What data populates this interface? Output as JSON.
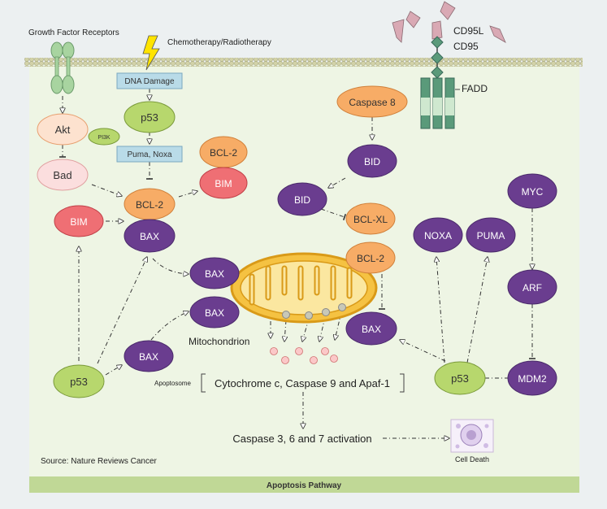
{
  "labels": {
    "growth_factor_receptors": "Growth Factor Receptors",
    "chemo": "Chemotherapy/Radiotherapy",
    "cd95l": "CD95L",
    "cd95": "CD95",
    "fadd": "FADD",
    "mitochondrion": "Mitochondrion",
    "apoptosome": "Apoptosome",
    "cyto": "Cytochrome c, Caspase 9 and Apaf-1",
    "caspase_activation": "Caspase 3, 6 and 7 activation",
    "cell_death": "Cell Death",
    "source": "Source: Nature Reviews Cancer",
    "footer": "Apoptosis Pathway"
  },
  "nodes": {
    "akt": "Akt",
    "pi3k": "PI3K",
    "bad": "Bad",
    "dna_damage": "DNA Damage",
    "p53_top": "p53",
    "puma_noxa": "Puma, Noxa",
    "bcl2_top": "BCL-2",
    "bim_top": "BIM",
    "bcl2_center": "BCL-2",
    "bax_center": "BAX",
    "bim_left": "BIM",
    "bax_mito1": "BAX",
    "bax_mito2": "BAX",
    "bax_lower": "BAX",
    "p53_left": "p53",
    "caspase8": "Caspase 8",
    "bid1": "BID",
    "bid2": "BID",
    "bclxl": "BCL-XL",
    "bcl2_right": "BCL-2",
    "bax_right": "BAX",
    "noxa": "NOXA",
    "puma": "PUMA",
    "myc": "MYC",
    "arf": "ARF",
    "p53_right": "p53",
    "mdm2": "MDM2"
  },
  "colors": {
    "cell_bg": "#eef5e4",
    "membrane": "#c8c8a0",
    "purple": "#6a3d8f",
    "orange": "#f7ac66",
    "red": "#ef6f74",
    "green": "#b7d76d",
    "light_orange": "#fde2cf",
    "light_pink": "#fbdede",
    "blue_box": "#b9dbe8",
    "footer": "#c0d896",
    "receptor_green": "#a8d4a0",
    "fadd_green": "#5a9a7a"
  }
}
